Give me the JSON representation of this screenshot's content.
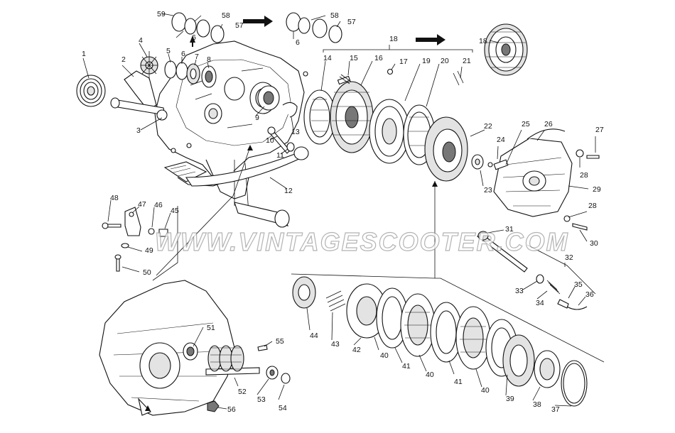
{
  "diagram": {
    "watermark": "WWW.VINTAGESCOOTER.COM",
    "part_labels": [
      "1",
      "2",
      "3",
      "4",
      "5",
      "6",
      "7",
      "8",
      "9",
      "10",
      "11",
      "12",
      "13",
      "14",
      "15",
      "16",
      "17",
      "18",
      "18",
      "19",
      "20",
      "21",
      "22",
      "23",
      "24",
      "25",
      "26",
      "27",
      "28",
      "28",
      "29",
      "30",
      "31",
      "32",
      "33",
      "34",
      "35",
      "36",
      "37",
      "38",
      "39",
      "40",
      "40",
      "40",
      "41",
      "41",
      "42",
      "43",
      "44",
      "45",
      "46",
      "47",
      "48",
      "49",
      "50",
      "51",
      "52",
      "53",
      "54",
      "55",
      "56",
      "57",
      "57",
      "58",
      "58",
      "6",
      "6",
      "59"
    ]
  }
}
